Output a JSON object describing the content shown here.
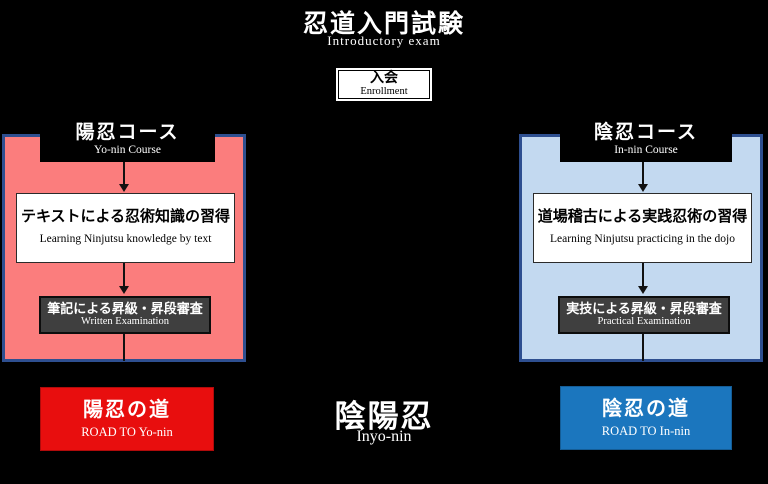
{
  "colors": {
    "background": "#000000",
    "yonin_panel_fill": "#FB7D7D",
    "innin_panel_fill": "#C3D9F0",
    "panel_border": "#2E4F90",
    "exam_box_fill": "#3F3F3F",
    "road_yonin_fill": "#E80E0E",
    "road_innin_fill": "#1B76BE",
    "arrow": "#111111"
  },
  "header": {
    "title_ja": "忍道入門試験",
    "title_en": "Introductory exam"
  },
  "enrollment": {
    "label_ja": "入会",
    "label_en": "Enrollment"
  },
  "courses": {
    "yonin": {
      "title_ja": "陽忍コース",
      "title_en": "Yo-nin Course",
      "study_ja": "テキストによる忍術知識の習得",
      "study_en": "Learning Ninjutsu knowledge by text",
      "exam_ja": "筆記による昇級・昇段審査",
      "exam_en": "Written Examination",
      "road_ja": "陽忍の道",
      "road_en": "ROAD TO Yo-nin"
    },
    "innin": {
      "title_ja": "陰忍コース",
      "title_en": "In-nin Course",
      "study_ja": "道場稽古による実践忍術の習得",
      "study_en": "Learning Ninjutsu practicing in the dojo",
      "exam_ja": "実技による昇級・昇段審査",
      "exam_en": "Practical Examination",
      "road_ja": "陰忍の道",
      "road_en": "ROAD TO In-nin"
    }
  },
  "center": {
    "label_ja": "陰陽忍",
    "label_en": "Inyo-nin"
  }
}
